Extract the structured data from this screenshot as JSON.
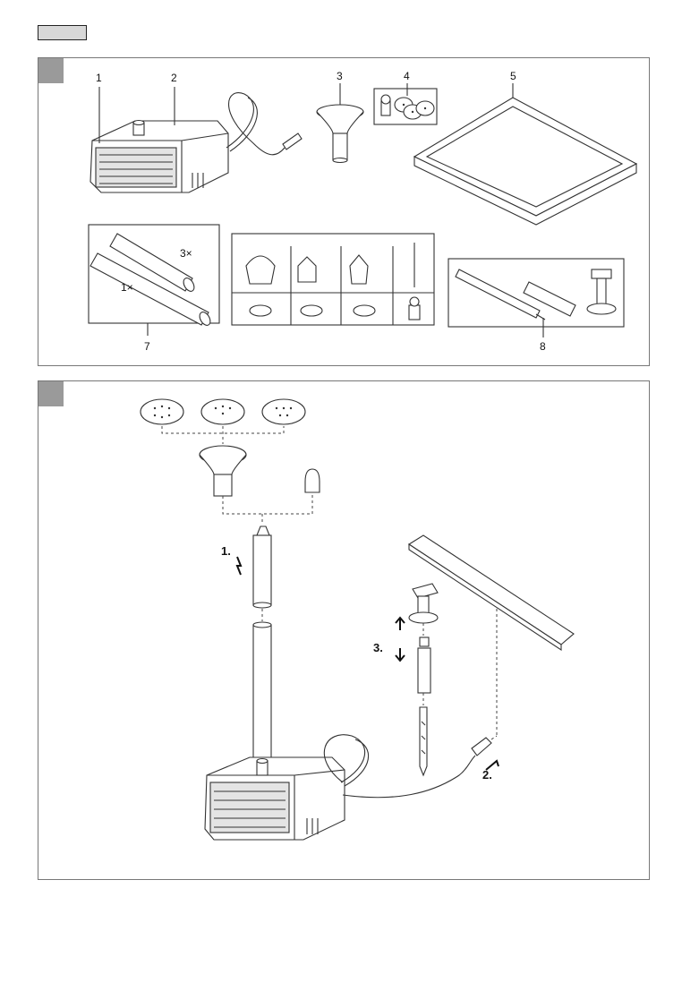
{
  "panel_a": {
    "labels": {
      "pump": "1",
      "cable": "2",
      "nozzle": "3",
      "nozzle_set": "4",
      "solar_panel": "5",
      "tubes": "7",
      "stake": "8",
      "tube_count_3": "3×",
      "tube_count_1": "1×"
    }
  },
  "panel_b": {
    "steps": {
      "step1": "1.",
      "step2": "2.",
      "step3": "3."
    }
  }
}
